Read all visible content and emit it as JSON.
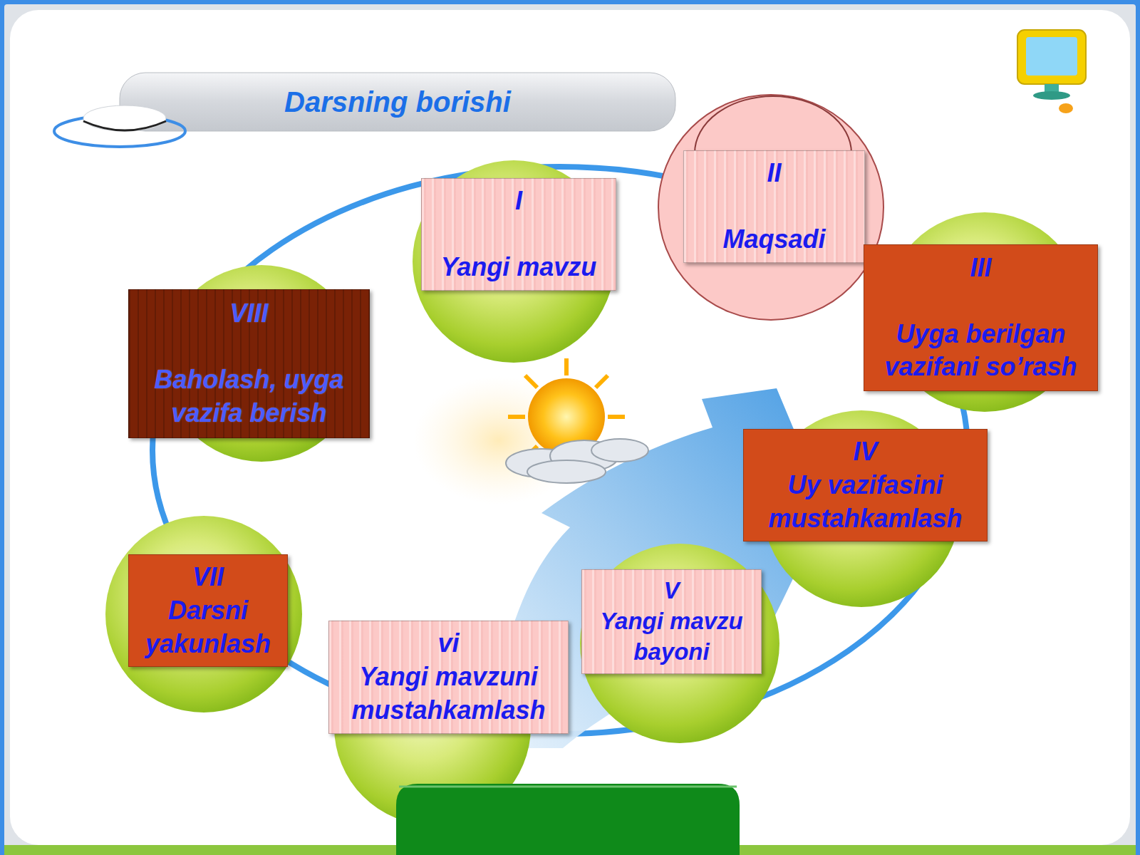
{
  "diagram": {
    "title": "Darsning borishi",
    "nodes": [
      {
        "text": [
          "I",
          "Yangi mavzu"
        ]
      },
      {
        "text": [
          "II",
          "Maqsadi"
        ]
      },
      {
        "text": [
          "III",
          "Uyga berilgan vazifani so’rash"
        ]
      },
      {
        "text": [
          "IV",
          "Uy vazifasini mustahkamlash"
        ]
      },
      {
        "text": [
          "V",
          "Yangi mavzu bayoni"
        ]
      },
      {
        "text": [
          "vi",
          "Yangi mavzuni mustahkamlash"
        ]
      },
      {
        "text": [
          "VII",
          "Darsni yakunlash"
        ]
      },
      {
        "text": [
          "VIII",
          "Baholash, uyga vazifa berish"
        ]
      }
    ]
  }
}
